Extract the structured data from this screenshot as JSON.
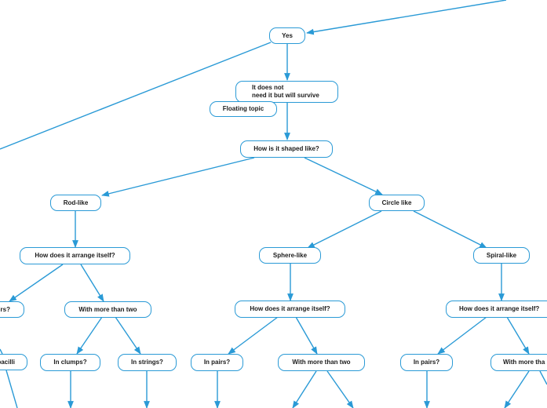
{
  "colors": {
    "line": "#2a9ad6",
    "text": "#1b1b1b",
    "background": "#ffffff"
  },
  "nodes": {
    "yes": "Yes",
    "not_needed": "It does not\nneed it but will survive",
    "floating": "Floating topic",
    "shape": "How is it shaped like?",
    "rod": "Rod-like",
    "circle": "Circle like",
    "arrange_rod": "How does it arrange itself?",
    "pairs_left": "airs?",
    "more_two_rod": "With more than two",
    "bacilli": "bacilli",
    "clumps": "In clumps?",
    "strings": "In strings?",
    "sphere": "Sphere-like",
    "spiral": "Spiral-like",
    "arrange_sphere": "How does it arrange itself?",
    "arrange_spiral": "How does it arrange itself?",
    "pairs_sphere": "In pairs?",
    "more_two_sphere": "With more than two",
    "pairs_spiral": "In pairs?",
    "more_two_spiral": "With more tha"
  }
}
